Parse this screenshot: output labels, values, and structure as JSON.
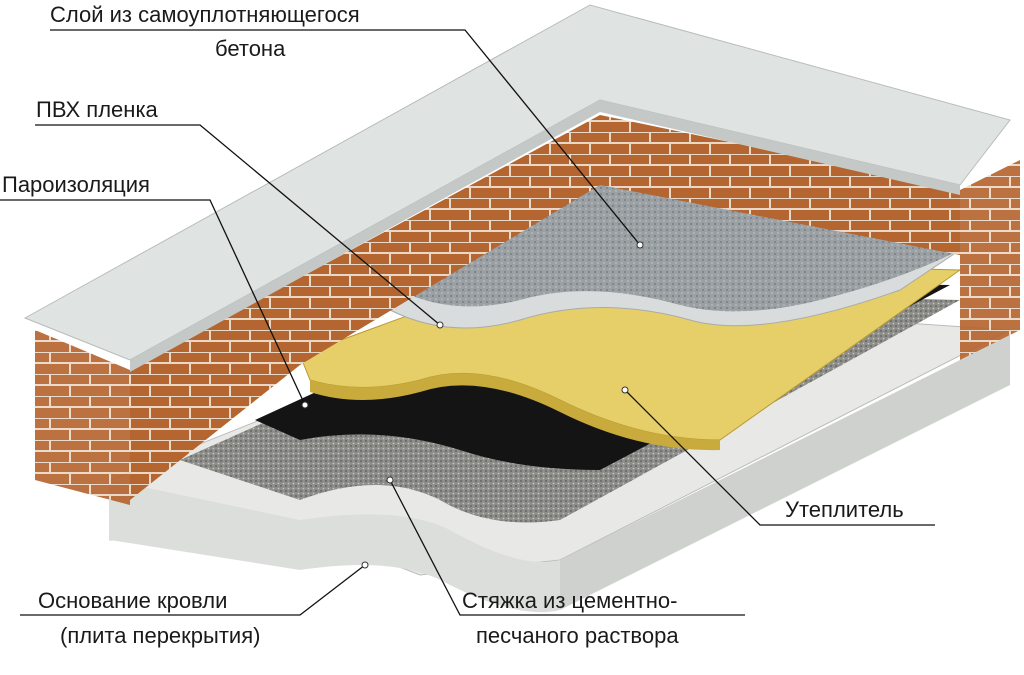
{
  "labels": {
    "concrete_layer_1": "Слой из самоуплотняющегося",
    "concrete_layer_2": "бетона",
    "pvc_film": "ПВХ пленка",
    "vapor_barrier": "Пароизоляция",
    "insulation": "Утеплитель",
    "screed_1": "Стяжка из цементно-",
    "screed_2": "песчаного раствора",
    "base_1": "Основание кровли",
    "base_2": "(плита перекрытия)"
  },
  "colors": {
    "brick": "#b5652f",
    "coping": "#dfe3e1",
    "concrete": "#9aa0a3",
    "pvc": "#d9dcdc",
    "insulation": "#e6cf68",
    "vapor": "#141414",
    "screed": "#8d8d8a",
    "slab": "#e8e9e7"
  }
}
